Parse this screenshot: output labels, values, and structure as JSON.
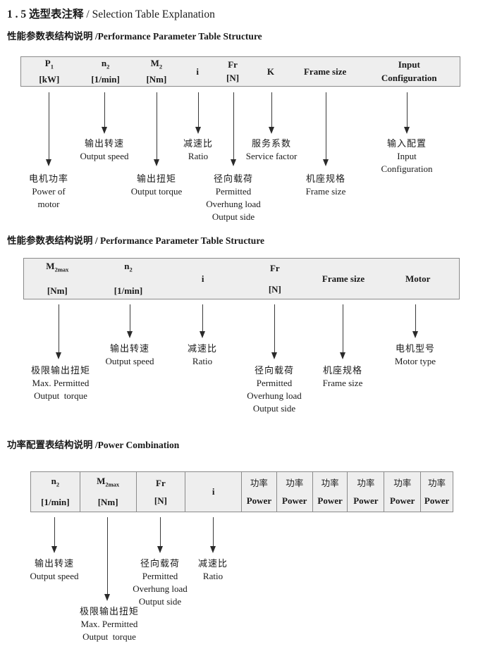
{
  "title": {
    "num": "1 . 5",
    "zh": "选型表注释",
    "en": "/ Selection Table Explanation"
  },
  "sections": [
    {
      "zh": "性能参数表结构说明",
      "en": "/Performance Parameter Table Structure"
    },
    {
      "zh": "性能参数表结构说明",
      "en": "/ Performance Parameter Table Structure"
    },
    {
      "zh": "功率配置表结构说明",
      "en": "/Power Combination"
    }
  ],
  "t1": {
    "cols": [
      {
        "sym": "P",
        "sub": "1",
        "unit": "[kW]"
      },
      {
        "sym": "n",
        "sub": "2",
        "unit": "[1/min]"
      },
      {
        "sym": "M",
        "sub": "2",
        "unit": "[Nm]"
      },
      {
        "sym": "i"
      },
      {
        "sym": "Fr",
        "unit": "[N]"
      },
      {
        "sym": "K"
      },
      {
        "sym": "Frame size"
      },
      {
        "sym": "Input",
        "unit": "Configuration"
      }
    ],
    "labels": [
      {
        "zh": "电机功率",
        "en": [
          "Power of",
          "motor"
        ]
      },
      {
        "zh": "输出转速",
        "en": [
          "Output speed"
        ]
      },
      {
        "zh": "输出扭矩",
        "en": [
          "Output torque"
        ]
      },
      {
        "zh": "减速比",
        "en": [
          "Ratio"
        ]
      },
      {
        "zh": "径向载荷",
        "en": [
          "Permitted",
          "Overhung load",
          "Output side"
        ]
      },
      {
        "zh": "服务系数",
        "en": [
          "Service factor"
        ]
      },
      {
        "zh": "机座规格",
        "en": [
          "Frame size"
        ]
      },
      {
        "zh": "输入配置",
        "en": [
          "Input",
          "Configuration"
        ]
      }
    ]
  },
  "t2": {
    "cols": [
      {
        "sym": "M",
        "sub": "2max",
        "unit": "[Nm]"
      },
      {
        "sym": "n",
        "sub": "2",
        "unit": "[1/min]"
      },
      {
        "sym": "i"
      },
      {
        "sym": "Fr",
        "unit": "[N]"
      },
      {
        "sym": "Frame size"
      },
      {
        "sym": "Motor"
      }
    ],
    "labels": [
      {
        "zh": "极限输出扭矩",
        "en": [
          "Max. Permitted",
          "Output  torque"
        ]
      },
      {
        "zh": "输出转速",
        "en": [
          "Output speed"
        ]
      },
      {
        "zh": "减速比",
        "en": [
          "Ratio"
        ]
      },
      {
        "zh": "径向载荷",
        "en": [
          "Permitted",
          "Overhung load",
          "Output side"
        ]
      },
      {
        "zh": "机座规格",
        "en": [
          "Frame size"
        ]
      },
      {
        "zh": "电机型号",
        "en": [
          "Motor type"
        ]
      }
    ]
  },
  "t3": {
    "cols": [
      {
        "sym": "n",
        "sub": "2",
        "unit": "[1/min]"
      },
      {
        "sym": "M",
        "sub": "2max",
        "unit": "[Nm]"
      },
      {
        "sym": "Fr",
        "unit": "[N]"
      },
      {
        "sym": "i"
      }
    ],
    "power": {
      "zh": "功率",
      "en": "Power"
    },
    "labels": [
      {
        "zh": "输出转速",
        "en": [
          "Output speed"
        ]
      },
      {
        "zh": "极限输出扭矩",
        "en": [
          "Max. Permitted",
          "Output  torque"
        ]
      },
      {
        "zh": "径向载荷",
        "en": [
          "Permitted",
          "Overhung load",
          "Output side"
        ]
      },
      {
        "zh": "减速比",
        "en": [
          "Ratio"
        ]
      }
    ]
  },
  "colors": {
    "table_bg": "#eeeeee",
    "table_border": "#8a8a8a",
    "text": "#1a1a1a"
  }
}
